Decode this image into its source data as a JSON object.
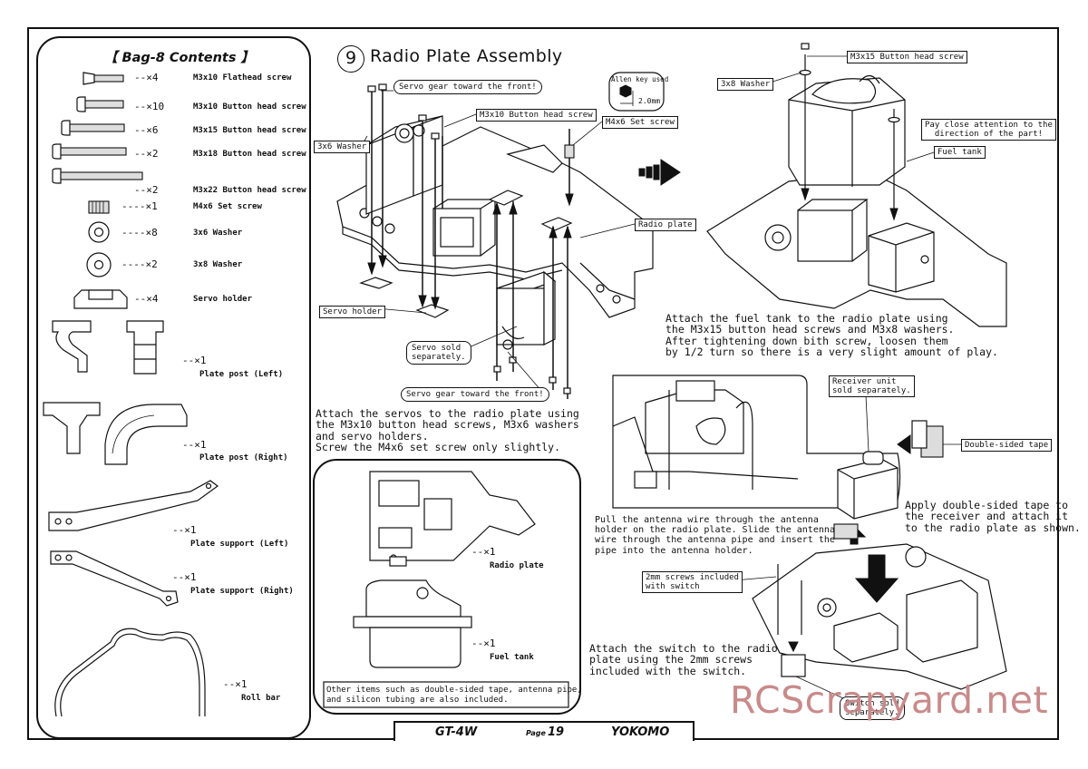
{
  "parts_list": {
    "title": "【 Bag-8 Contents 】",
    "items": [
      {
        "qty": "--×4",
        "name": "M3x10 Flathead screw"
      },
      {
        "qty": "--×10",
        "name": "M3x10 Button head screw"
      },
      {
        "qty": "--×6",
        "name": "M3x15 Button head screw"
      },
      {
        "qty": "--×2",
        "name": "M3x18 Button head screw"
      },
      {
        "qty": "--×2",
        "name": "M3x22 Button head screw"
      },
      {
        "qty": "----×1",
        "name": "M4x6 Set screw"
      },
      {
        "qty": "----×8",
        "name": "3x6 Washer"
      },
      {
        "qty": "----×2",
        "name": "3x8 Washer"
      },
      {
        "qty": "--×4",
        "name": "Servo holder"
      },
      {
        "qty": "--×1",
        "name": "Plate post (Left)"
      },
      {
        "qty": "--×1",
        "name": "Plate post (Right)"
      },
      {
        "qty": "--×1",
        "name": "Plate support (Left)"
      },
      {
        "qty": "--×1",
        "name": "Plate support (Right)"
      },
      {
        "qty": "--×1",
        "name": "Roll bar"
      }
    ]
  },
  "step": {
    "number": "9",
    "title": "Radio Plate Assembly"
  },
  "callouts": {
    "servo_gear_top": "Servo gear toward the front!",
    "m3x10": "M3x10 Button head screw",
    "washer_3x6": "3x6 Washer",
    "allen_key": "Allen key used",
    "allen_size": "2.0mm",
    "m4x6": "M4x6 Set screw",
    "radio_plate": "Radio plate",
    "servo_holder": "Servo holder",
    "servo_sold_1": "Servo sold",
    "servo_sold_2": "separately.",
    "servo_gear_bottom": "Servo gear toward the front!",
    "m3x15": "M3x15 Button head screw",
    "washer_3x8": "3x8 Washer",
    "attention_1": "Pay close attention to the",
    "attention_2": "direction of the part!",
    "fuel_tank": "Fuel tank",
    "receiver_1": "Receiver unit",
    "receiver_2": "sold separately.",
    "tape": "Double-sided tape",
    "screws_2mm_1": "2mm screws included",
    "screws_2mm_2": "with switch",
    "switch_1": "Switch sold",
    "switch_2": "separately."
  },
  "instructions": {
    "servos": "Attach the servos to the radio plate using\nthe M3x10 button head screws, M3x6 washers\nand servo holders.\nScrew the M4x6 set screw only slightly.",
    "fuel_tank": "Attach the fuel tank to the radio plate using\nthe M3x15 button head screws and M3x8 washers.\nAfter tightening down bith screw, loosen them\nby 1/2 turn so there is a very slight amount of play.",
    "antenna": "Pull the antenna wire through the antenna\nholder on the radio plate. Slide the antenna\nwire through the antenna pipe and insert the\npipe into the antenna holder.",
    "receiver": "Apply double-sided tape to\nthe receiver and attach it\nto the radio plate as shown.",
    "switch": "Attach the switch to the radio\nplate using the 2mm screws\nincluded with the switch."
  },
  "sub_parts": {
    "radio_plate_qty": "--×1",
    "radio_plate_name": "Radio plate",
    "fuel_tank_qty": "--×1",
    "fuel_tank_name": "Fuel tank",
    "note": "Other items such as double-sided tape, antenna pipe,\nand silicon tubing are also included."
  },
  "footer": {
    "model": "GT-4W",
    "page_label": "Page",
    "page_number": "19",
    "brand": "YOKOMO"
  },
  "watermark": "RCScrapyard.net"
}
